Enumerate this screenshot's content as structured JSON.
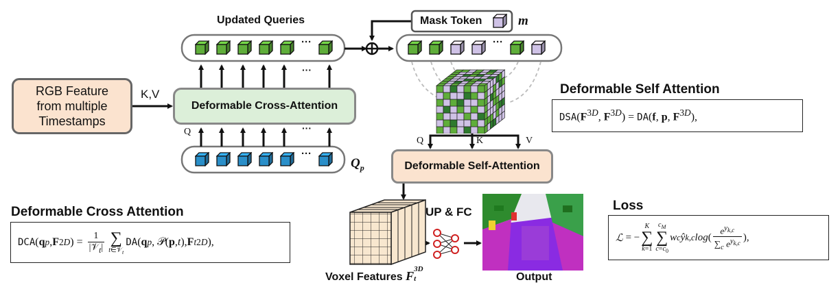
{
  "labels": {
    "updated_queries": "Updated Queries",
    "mask_token": "Mask Token",
    "mask_symbol": "m",
    "rgb_feature": "RGB Feature from multiple Timestamps",
    "kv": "K,V",
    "deformable_cross_attention_block": "Deformable Cross-Attention",
    "deformable_self_attention_block": "Deformable Self-Attention",
    "q_lower": "Q",
    "qp": "Q",
    "qp_sub": "p",
    "q_dsa": "Q",
    "k_dsa": "K",
    "v_dsa": "V",
    "ellipsis": "···",
    "up_fc": "UP & FC",
    "voxel_features": "Voxel Features",
    "voxel_symbol": "F",
    "voxel_sup": "3D",
    "voxel_sub": "t",
    "output": "Output"
  },
  "sections": {
    "self_attention_title": "Deformable Self Attention",
    "cross_attention_title": "Deformable Cross Attention",
    "loss_title": "Loss"
  },
  "equations": {
    "dsa": "DSA(F3D, F3D) = DA(f, p, F3D),",
    "dca": "DCA(qp, F2D) = 1/|Vt| Σ t∈Vt DA(qp, P(p,t), F2Dt),",
    "loss": "L = −Σk=1..K Σc=c0..cM wc ŷk,c log(e^yk,c / Σc e^yk,c),"
  },
  "colors": {
    "green_cube": "#5fae3a",
    "blue_cube": "#2a8fc9",
    "lavender_cube": "#cfc2e6",
    "cross_attn_fill": "#dcefd9",
    "self_attn_fill": "#fbe3cf",
    "rgb_fill": "#fbe3cf",
    "neuron": "#d02020"
  }
}
